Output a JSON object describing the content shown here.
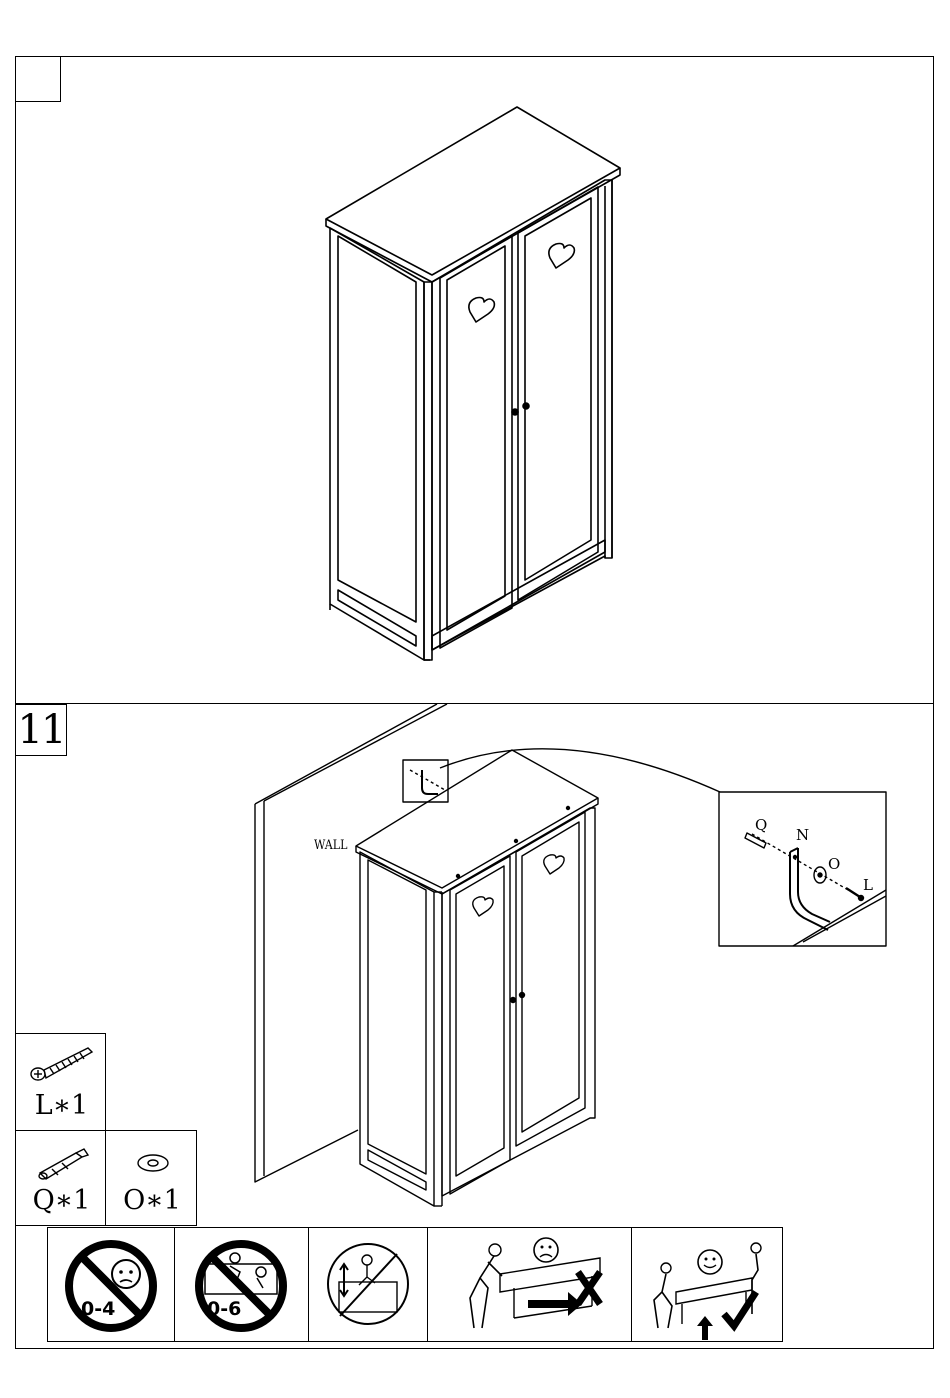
{
  "steps": {
    "previous": {
      "number": ""
    },
    "current": {
      "number": "11"
    }
  },
  "labels": {
    "wall": "WALL"
  },
  "detail": {
    "parts": [
      "Q",
      "N",
      "O",
      "L"
    ]
  },
  "parts": [
    {
      "id": "L",
      "label": "L∗1",
      "icon": "screw-icon"
    },
    {
      "id": "Q",
      "label": "Q∗1",
      "icon": "wall-plug-icon"
    },
    {
      "id": "O",
      "label": "O∗1",
      "icon": "washer-icon"
    }
  ],
  "warnings": [
    {
      "icon": "no-children-under-4-icon",
      "text": "0-4"
    },
    {
      "icon": "no-children-under-6-icon",
      "text": "0-6"
    },
    {
      "icon": "no-climbing-icon",
      "text": ""
    },
    {
      "icon": "do-not-drag-icon",
      "text": ""
    },
    {
      "icon": "lift-to-move-icon",
      "text": ""
    }
  ]
}
